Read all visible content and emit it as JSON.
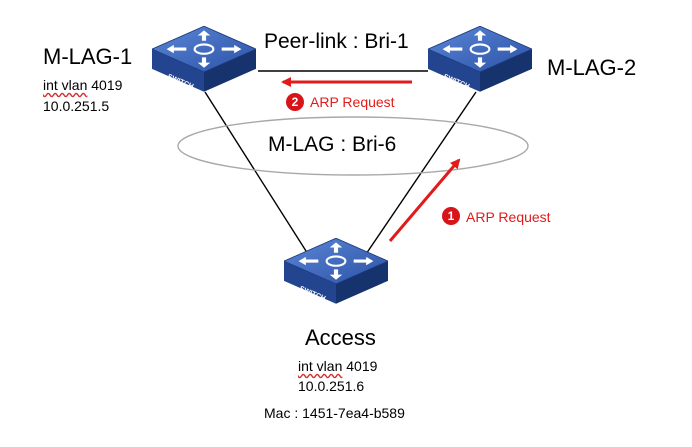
{
  "nodes": {
    "mlag1": {
      "name": "M-LAG-1",
      "vlan_prefix": "int vlan",
      "vlan_num": "4019",
      "ip": "10.0.251.5"
    },
    "mlag2": {
      "name": "M-LAG-2"
    },
    "access": {
      "name": "Access",
      "vlan_prefix": "int vlan",
      "vlan_num": "4019",
      "ip": "10.0.251.6",
      "mac": "Mac : 1451-7ea4-b589"
    }
  },
  "links": {
    "peer": "Peer-link : Bri-1",
    "mlag": "M-LAG : Bri-6"
  },
  "switch_label": "SWITCH",
  "arp": [
    {
      "step": "1",
      "label": "ARP Request"
    },
    {
      "step": "2",
      "label": "ARP Request"
    }
  ],
  "colors": {
    "switch_top": "#3a62b8",
    "switch_side": "#1f3f86",
    "arrow": "#e11b1b",
    "badge": "#d7141a"
  }
}
